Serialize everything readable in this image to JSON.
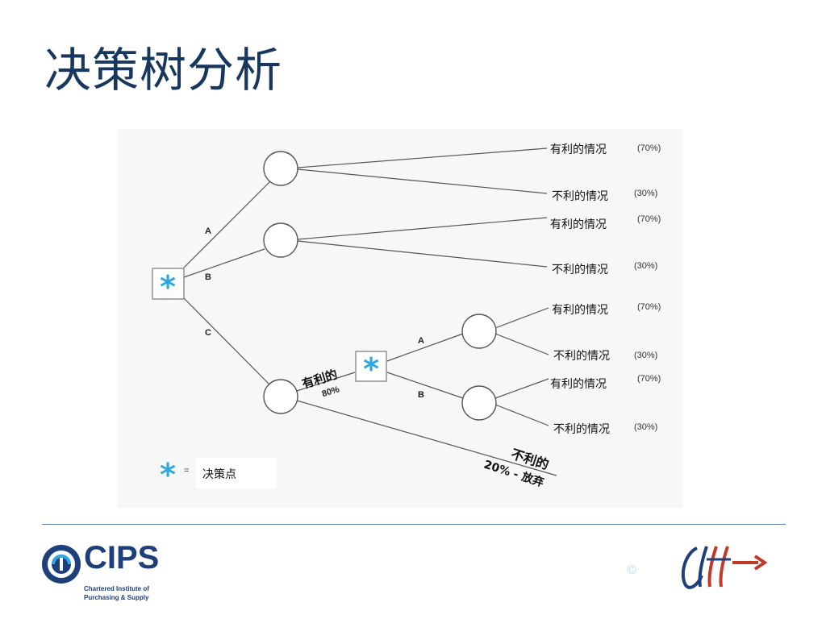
{
  "title": "决策树分析",
  "diagram": {
    "branches": {
      "a": "A",
      "b": "B",
      "c": "C",
      "sub_a": "A",
      "sub_b": "B"
    },
    "outcomes": [
      {
        "label": "有利的情况",
        "pct": "(70%)"
      },
      {
        "label": "不利的情况",
        "pct": "(30%)"
      },
      {
        "label": "有利的情况",
        "pct": "(70%)"
      },
      {
        "label": "不利的情况",
        "pct": "(30%)"
      },
      {
        "label": "有利的情况",
        "pct": "(70%)"
      },
      {
        "label": "不利的情况",
        "pct": "(30%)"
      },
      {
        "label": "有利的情况",
        "pct": "(70%)"
      },
      {
        "label": "不利的情况",
        "pct": "(30%)"
      }
    ],
    "favorable": {
      "label": "有利的",
      "pct": "80%"
    },
    "unfavorable": {
      "label": "不利的",
      "pct_action": "20% - 放弃"
    },
    "legend": {
      "eq": "=",
      "label": "决策点"
    },
    "colors": {
      "asterisk": "#2ea7e0",
      "lines": "#555555",
      "title": "#17375e"
    }
  },
  "footer": {
    "org_name": "CIPS",
    "org_sub_line1": "Chartered Institute of",
    "org_sub_line2": "Purchasing & Supply",
    "copyright": "©"
  }
}
